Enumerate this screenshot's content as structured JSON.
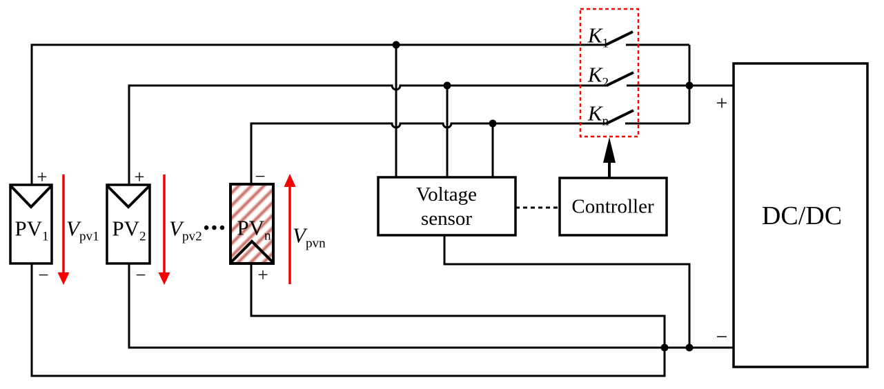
{
  "diagram": {
    "panels": [
      {
        "name": "PV",
        "sub": "1",
        "top_sign": "+",
        "bottom_sign": "−",
        "v_base": "V",
        "v_sub": "pv1",
        "arrow_direction": "down"
      },
      {
        "name": "PV",
        "sub": "2",
        "top_sign": "+",
        "bottom_sign": "−",
        "v_base": "V",
        "v_sub": "pv2",
        "arrow_direction": "down"
      },
      {
        "name": "PV",
        "sub": "n",
        "top_sign": "−",
        "bottom_sign": "+",
        "v_base": "V",
        "v_sub": "pvn",
        "arrow_direction": "up"
      }
    ],
    "ellipsis": "•••",
    "switches": [
      {
        "base": "K",
        "sub": "1"
      },
      {
        "base": "K",
        "sub": "2"
      },
      {
        "base": "K",
        "sub": "n"
      }
    ],
    "voltage_sensor": {
      "line1": "Voltage",
      "line2": "sensor"
    },
    "controller": {
      "label": "Controller"
    },
    "converter": {
      "label": "DC/DC",
      "input_plus": "+",
      "input_minus": "−"
    },
    "colors": {
      "wire": "#000000",
      "accent_red": "#ff0000",
      "hatch_red": "#b03020"
    }
  }
}
